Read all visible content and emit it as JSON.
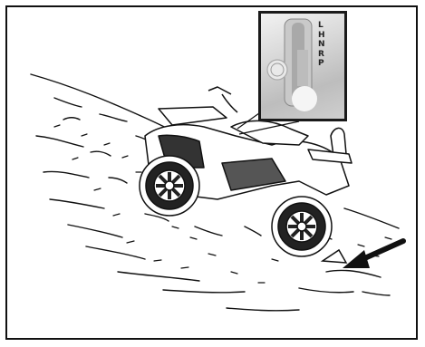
{
  "figure": {
    "description_free": true,
    "gear_selector": {
      "positions": [
        "L",
        "H",
        "N",
        "R",
        "P"
      ],
      "selected": "P"
    },
    "icons": [
      "atv-illustration",
      "slope-terrain",
      "wheel-chock",
      "arrow-icon",
      "gear-shift-inset"
    ]
  }
}
